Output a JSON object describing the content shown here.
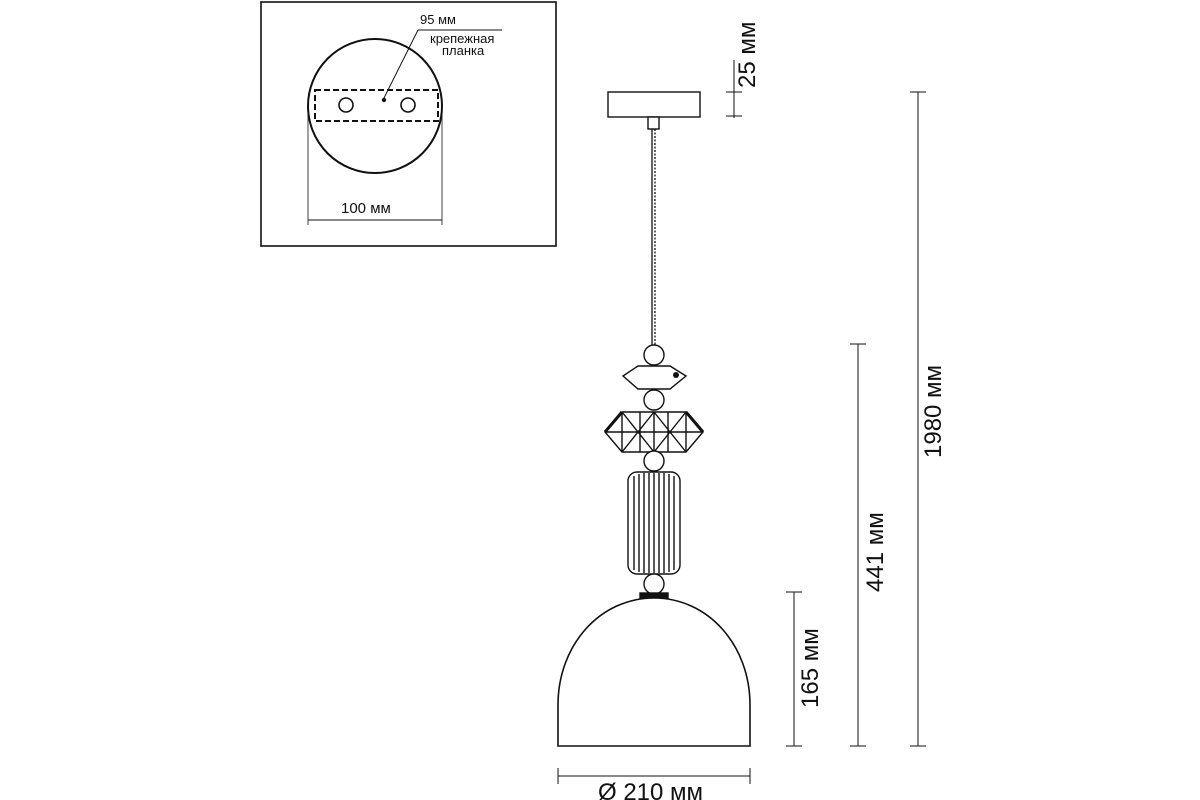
{
  "inset": {
    "bracket_width_label": "95 мм",
    "bracket_note_line1": "крепежная",
    "bracket_note_line2": "планка",
    "canopy_diameter_label": "100 мм"
  },
  "dimensions": {
    "canopy_height": "25 мм",
    "total_height": "1980 мм",
    "body_height": "441 мм",
    "shade_height": "165 мм",
    "shade_diameter": "Ø 210 мм"
  },
  "colors": {
    "line": "#111111",
    "background": "#ffffff"
  }
}
